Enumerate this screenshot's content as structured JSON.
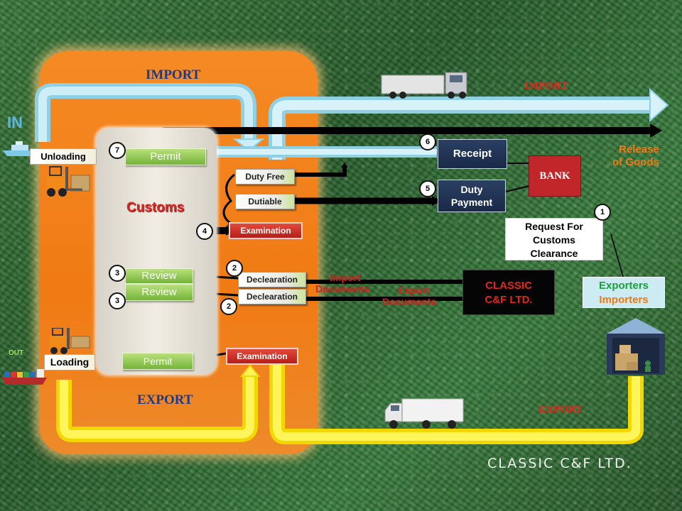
{
  "import_label": "IMPORT",
  "export_label": "EXPORT",
  "import_right_label": "IMPORT",
  "export_right_label": "EXPORT",
  "in_label": "IN",
  "out_label": "OUT",
  "unloading": "Unloading",
  "loading": "Loading",
  "customs": "Customs",
  "permit_top": "Permit",
  "permit_bottom": "Permit",
  "review1": "Review",
  "review2": "Review",
  "duty_free": "Duty Free",
  "dutiable": "Dutiable",
  "examination_top": "Examination",
  "examination_bottom": "Examination",
  "declaration1": "Declearation",
  "declaration2": "Declearation",
  "receipt": "Receipt",
  "duty_payment_l1": "Duty",
  "duty_payment_l2": "Payment",
  "bank": "BANK",
  "release_l1": "Release",
  "release_l2": "of  Goods",
  "request_l1": "Request For",
  "request_l2": "Customs",
  "request_l3": "Clearance",
  "exporters": "Exporters",
  "importers": "Importers",
  "cf_l1": "CLASSIC",
  "cf_l2": "C&F LTD.",
  "import_docs_l1": "Import",
  "import_docs_l2": "Documents",
  "export_docs_l1": "Export",
  "export_docs_l2": "Documents",
  "footer": "CLASSIC   C&F LTD.",
  "steps": {
    "s1": "1",
    "s2a": "2",
    "s2b": "2",
    "s3a": "3",
    "s3b": "3",
    "s4": "4",
    "s5": "5",
    "s6": "6",
    "s7": "7"
  },
  "colors": {
    "orange": "#f07a14",
    "navy": "#1f3252",
    "red": "#d21f1f",
    "green": "#7cbf3e",
    "black": "#000000",
    "bank": "#c0262a",
    "import_arrow": "#a9dbe8",
    "export_arrow": "#ffea1a"
  },
  "icons": [
    "ship-icon",
    "forklift-icon",
    "truck-icon",
    "warehouse-icon",
    "cargo-ship-icon"
  ]
}
